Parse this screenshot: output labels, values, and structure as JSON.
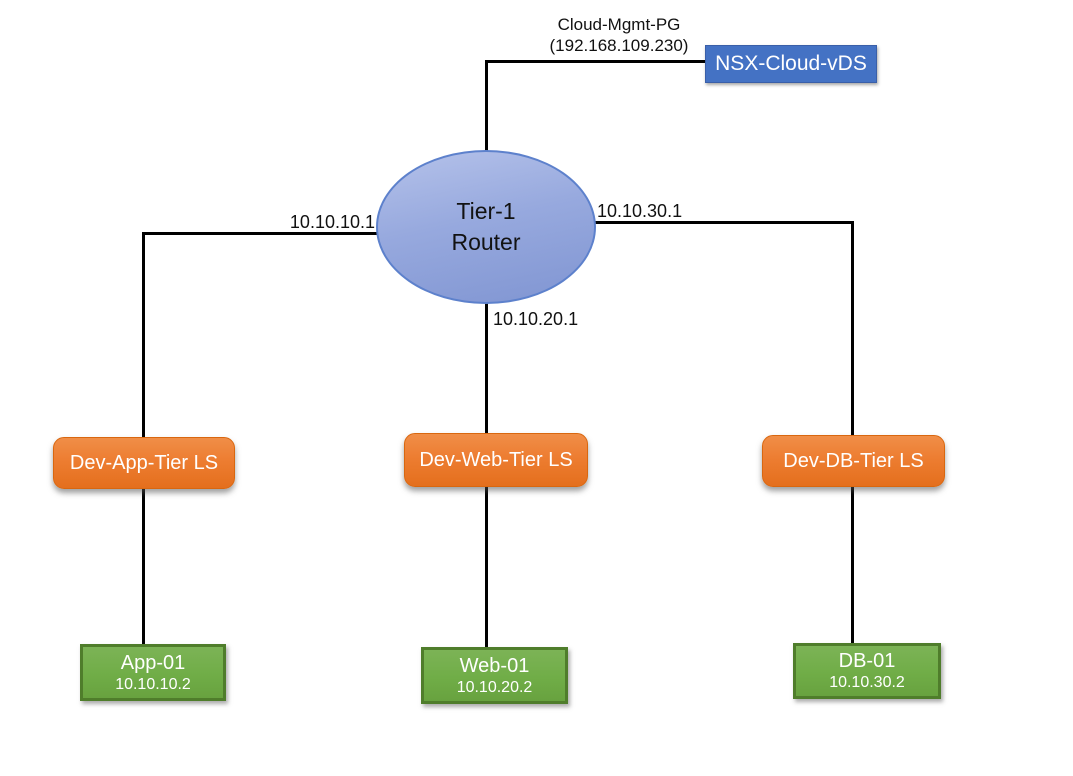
{
  "diagram": {
    "uplink": {
      "pg_label": "Cloud-Mgmt-PG",
      "pg_ip": "(192.168.109.230)",
      "vds_name": "NSX-Cloud-vDS"
    },
    "router": {
      "name_line1": "Tier-1",
      "name_line2": "Router"
    },
    "interfaces": {
      "app_gateway": "10.10.10.1",
      "web_gateway": "10.10.20.1",
      "db_gateway": "10.10.30.1"
    },
    "logical_switches": {
      "app": "Dev-App-Tier LS",
      "web": "Dev-Web-Tier LS",
      "db": "Dev-DB-Tier LS"
    },
    "vms": {
      "app": {
        "name": "App-01",
        "ip": "10.10.10.2"
      },
      "web": {
        "name": "Web-01",
        "ip": "10.10.20.2"
      },
      "db": {
        "name": "DB-01",
        "ip": "10.10.30.2"
      }
    },
    "colors": {
      "router_fill_top": "#b5c2ea",
      "router_fill_bottom": "#8095d2",
      "router_border": "#5d81cc",
      "vds_fill": "#4472c4",
      "switch_fill": "#ed7d31",
      "vm_fill": "#70ad47",
      "vm_border": "#4f7d2b",
      "connector": "#000000"
    }
  }
}
